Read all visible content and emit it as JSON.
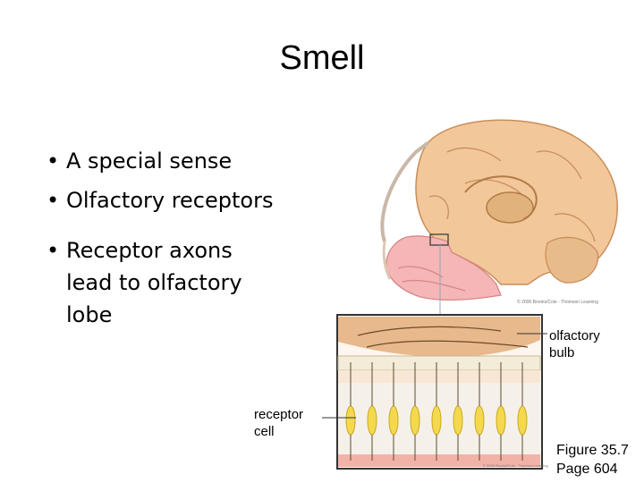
{
  "slide": {
    "title": "Smell",
    "bullets": [
      "A special sense",
      "Olfactory receptors",
      "Receptor axons lead to olfactory lobe"
    ]
  },
  "figure": {
    "labels": {
      "bulb": "olfactory\nbulb",
      "receptor": "receptor\ncell"
    },
    "caption_line1": "Figure 35.7",
    "caption_line2": "Page 604"
  },
  "colors": {
    "brain": "#f2c79a",
    "brain_outline": "#c98e5a",
    "sinus": "#f4b6b6",
    "bulb_tissue": "#e7b98c",
    "receptor": "#f4d84e",
    "bone": "#f3ecd8"
  }
}
